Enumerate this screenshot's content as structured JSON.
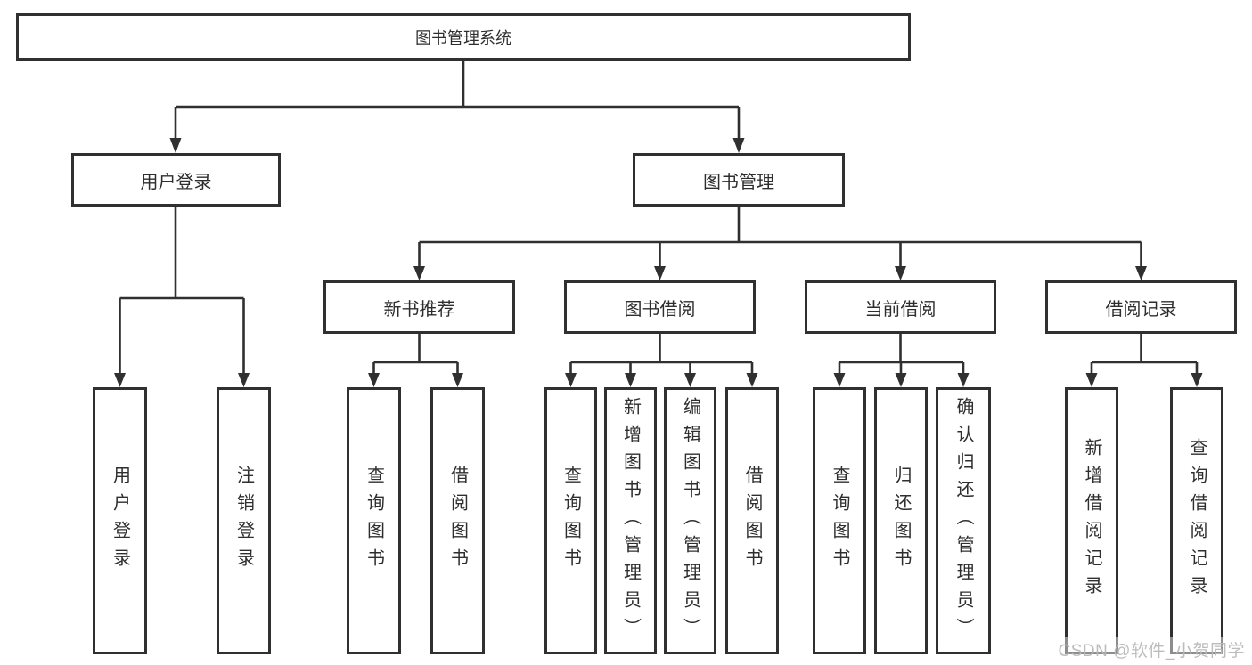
{
  "tree": {
    "label": "图书管理系统",
    "children": [
      {
        "label": "用户登录",
        "children": [
          {
            "label": "用户登录"
          },
          {
            "label": "注销登录"
          }
        ]
      },
      {
        "label": "图书管理",
        "children": [
          {
            "label": "新书推荐",
            "children": [
              {
                "label": "查询图书"
              },
              {
                "label": "借阅图书"
              }
            ]
          },
          {
            "label": "图书借阅",
            "children": [
              {
                "label": "查询图书"
              },
              {
                "label": "新增图书（管理员）"
              },
              {
                "label": "编辑图书（管理员）"
              },
              {
                "label": "借阅图书"
              }
            ]
          },
          {
            "label": "当前借阅",
            "children": [
              {
                "label": "查询图书"
              },
              {
                "label": "归还图书"
              },
              {
                "label": "确认归还（管理员）"
              }
            ]
          },
          {
            "label": "借阅记录",
            "children": [
              {
                "label": "新增借阅记录"
              },
              {
                "label": "查询借阅记录"
              }
            ]
          }
        ]
      }
    ]
  },
  "watermark": {
    "text": "CSDN @软件_小贺同学"
  },
  "colors": {
    "line": "#303030",
    "text": "#2e2e2e",
    "watermark": "#b8b8b8",
    "background": "#ffffff"
  }
}
